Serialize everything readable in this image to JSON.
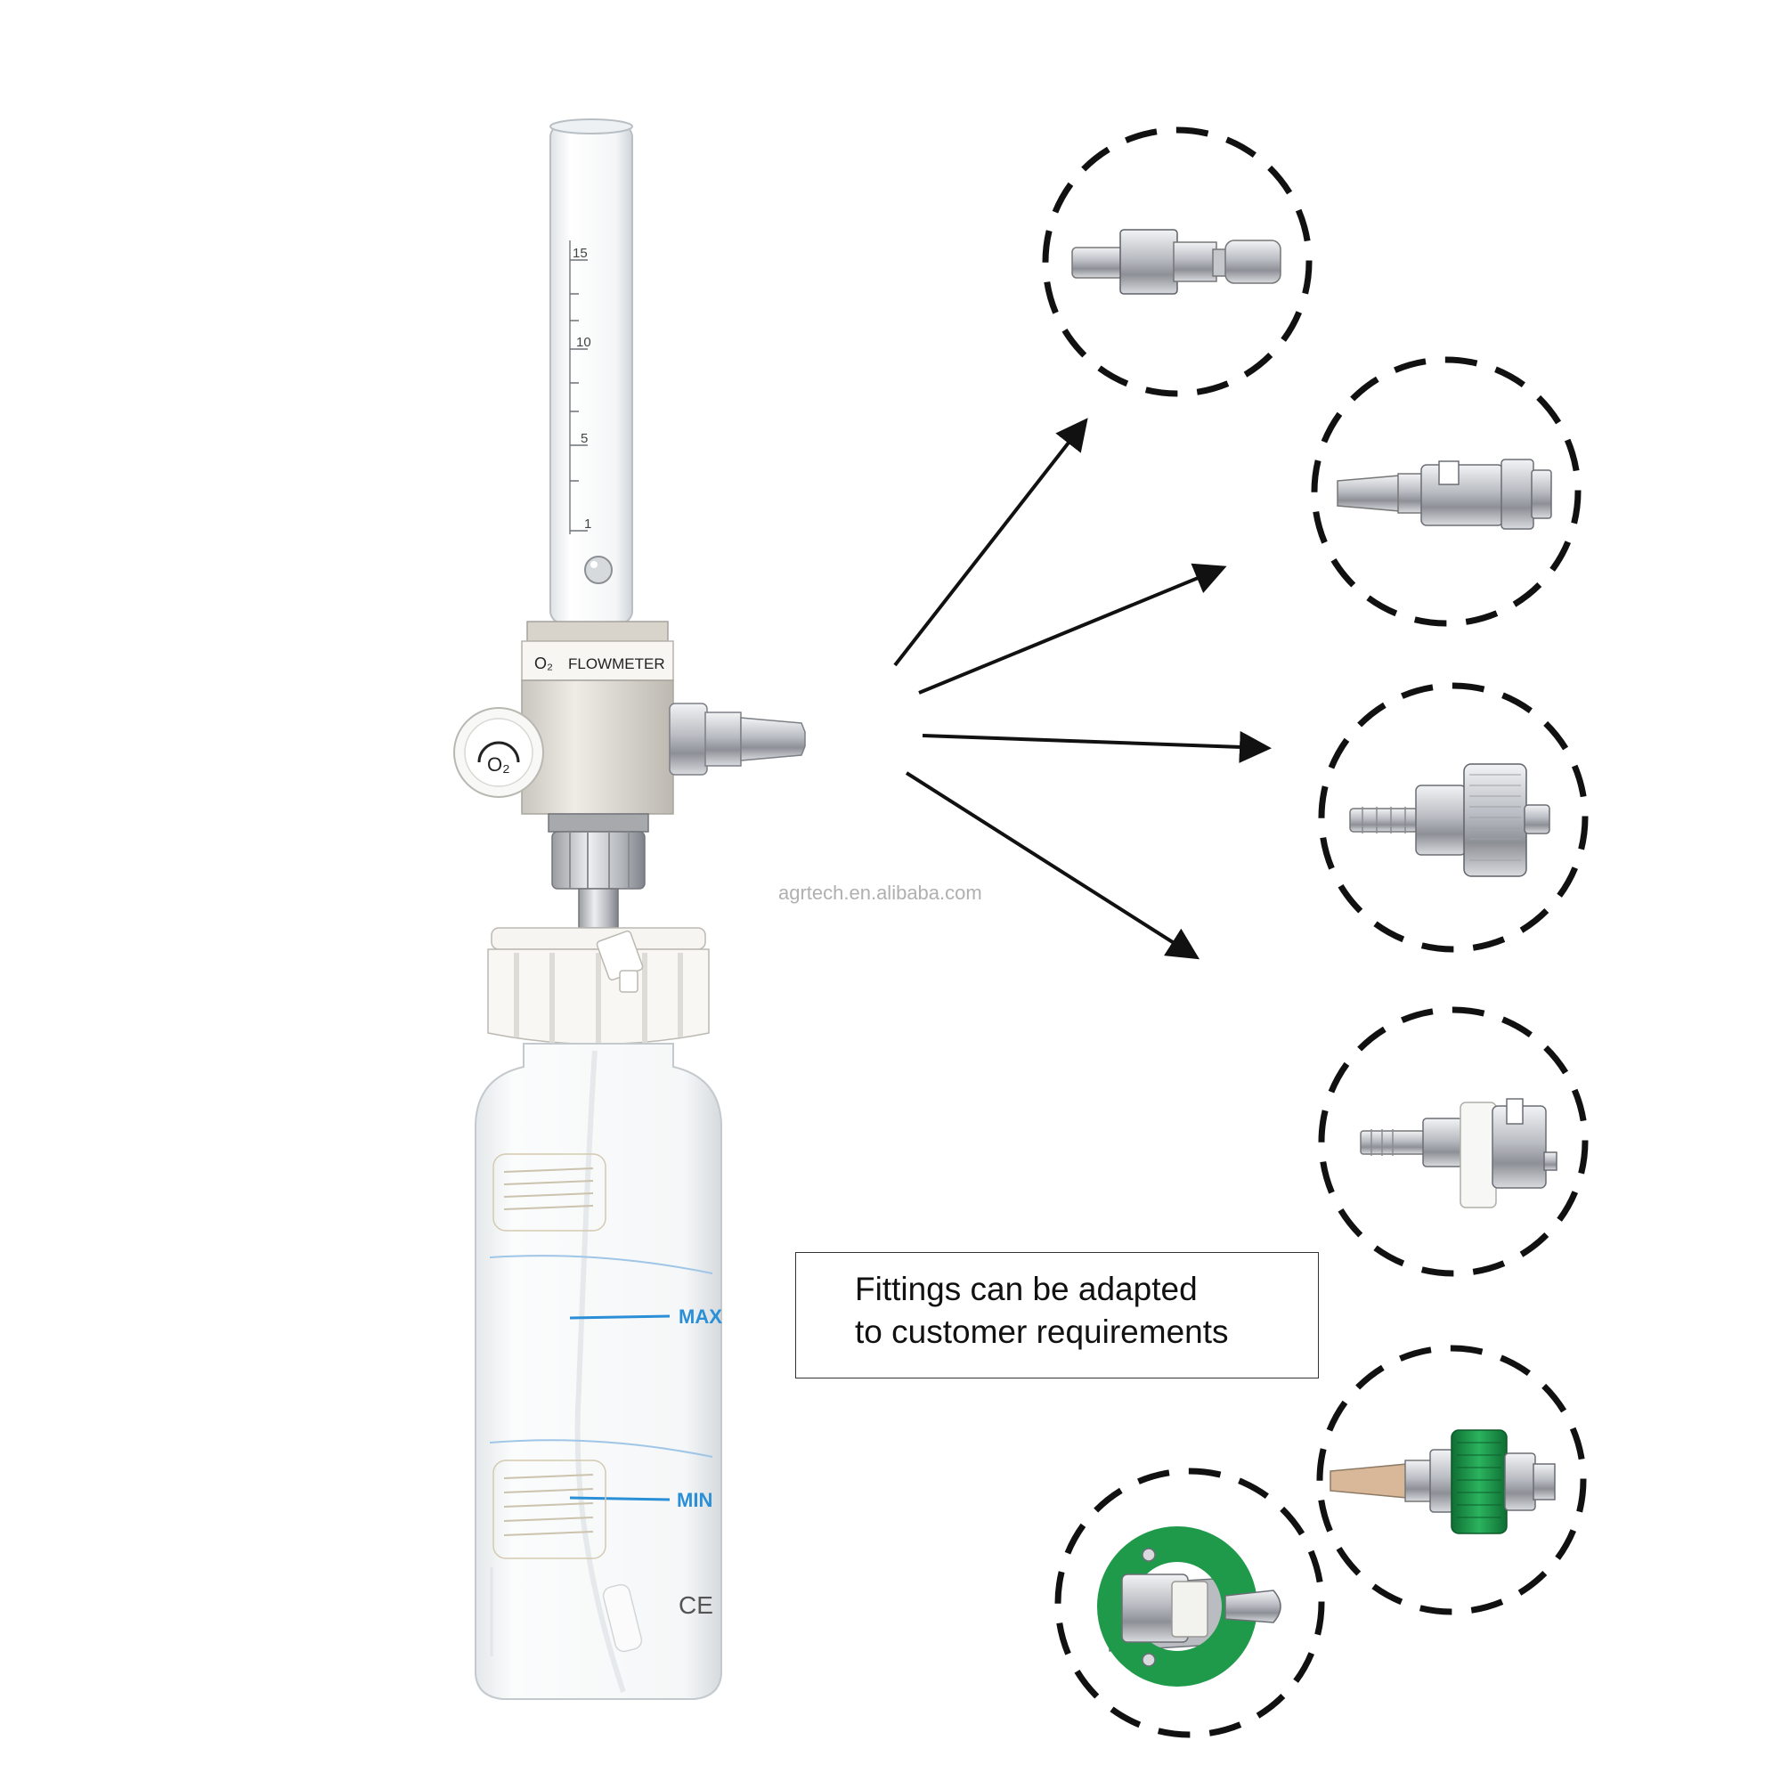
{
  "product": {
    "name": "O₂ flowmeter with humidifier bottle",
    "flowmeter_label": "FLOWMETER",
    "gas_label": "O₂",
    "knob_label": "O₂",
    "scale_ticks": [
      "15",
      "10",
      "5",
      "1"
    ],
    "bottle_max_label": "MAX",
    "bottle_min_label": "MIN",
    "ce_mark": "CE"
  },
  "fittings": [
    {
      "name": "hex-body-connector"
    },
    {
      "name": "tapered-probe-connector"
    },
    {
      "name": "knurled-nut-barb-connector"
    },
    {
      "name": "white-collar-threaded-connector"
    },
    {
      "name": "green-collar-probe-connector"
    },
    {
      "name": "green-ring-wall-socket"
    }
  ],
  "caption": {
    "line1": "Fittings can be adapted",
    "line2": "to customer requirements"
  },
  "watermark": "agrtech.en.alibaba.com",
  "colors": {
    "outline": "#111111",
    "accent_blue": "#2a8fd6",
    "green_collar": "#1f9a4a",
    "metal": "#c8cbd0"
  }
}
